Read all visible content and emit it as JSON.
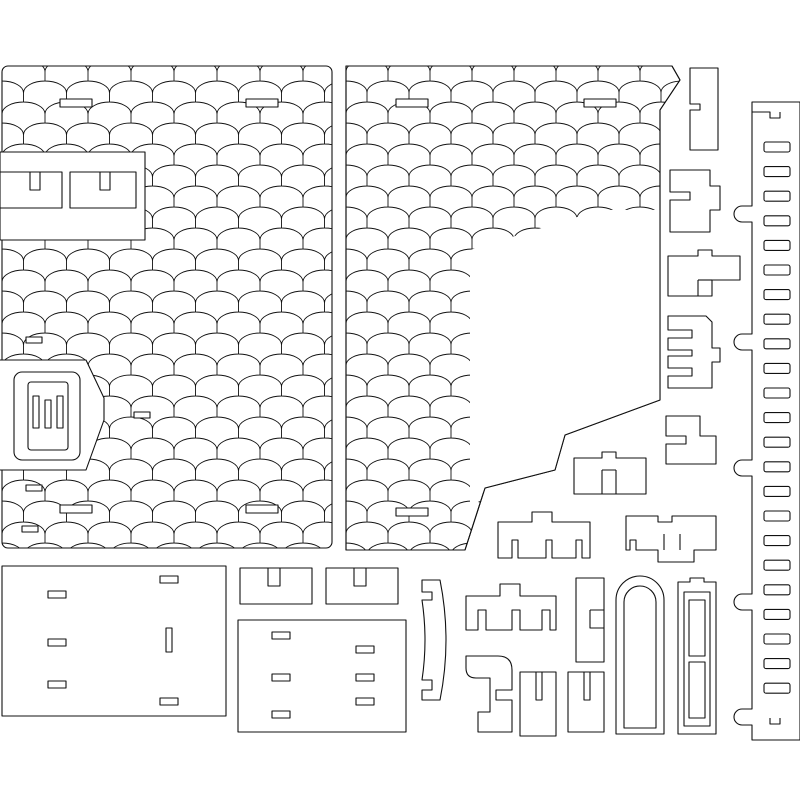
{
  "sheet": {
    "background": "#ffffff",
    "line_color": "#111111"
  },
  "parts": {
    "roof_left": "roof-panel-left",
    "roof_right": "roof-panel-right",
    "gable_door": "gable-door-panel",
    "base_plate_left": "base-plate-left",
    "base_plate_right": "base-plate-right",
    "arched_window": "arched-window",
    "ladder_frame": "ladder-frame",
    "side_rail": "side-rail-with-slots"
  }
}
